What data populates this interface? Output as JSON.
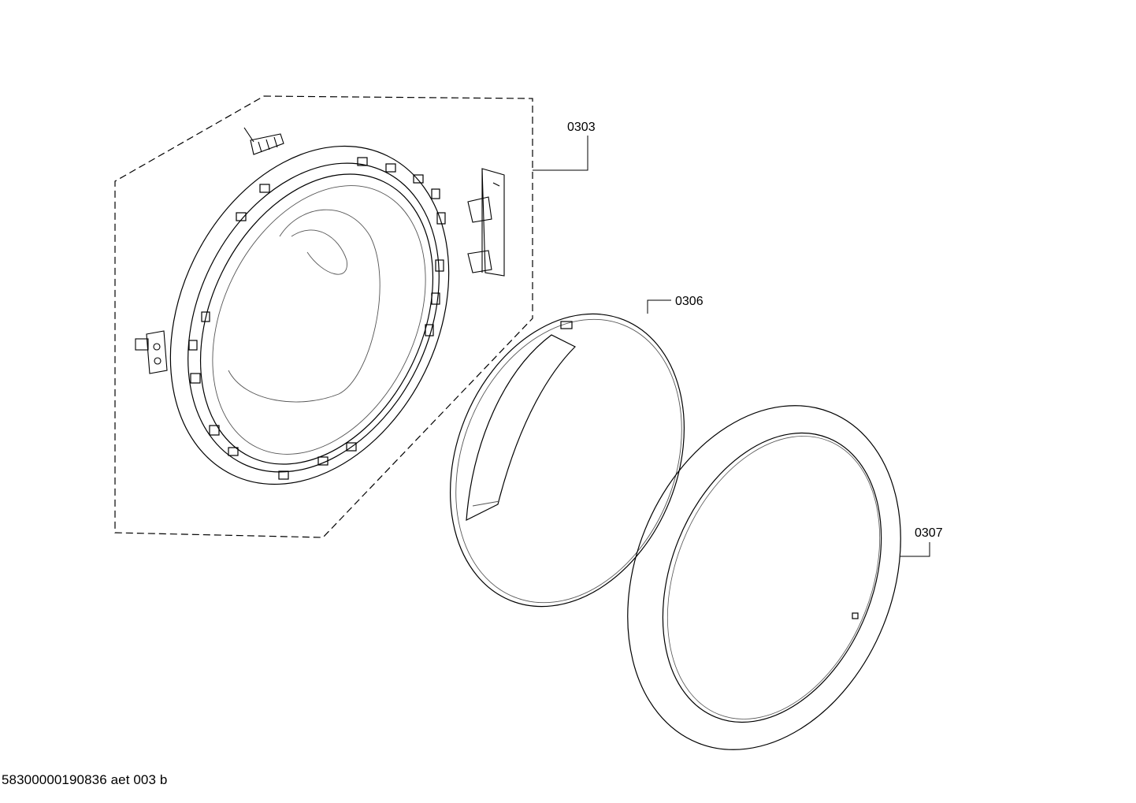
{
  "callouts": [
    {
      "label": "0303"
    },
    {
      "label": "0306"
    },
    {
      "label": "0307"
    }
  ],
  "footer": {
    "drawing_id": "58300000190836 aet 003 b"
  },
  "colors": {
    "line": "#000000",
    "detail": "#555555",
    "background": "#ffffff"
  }
}
